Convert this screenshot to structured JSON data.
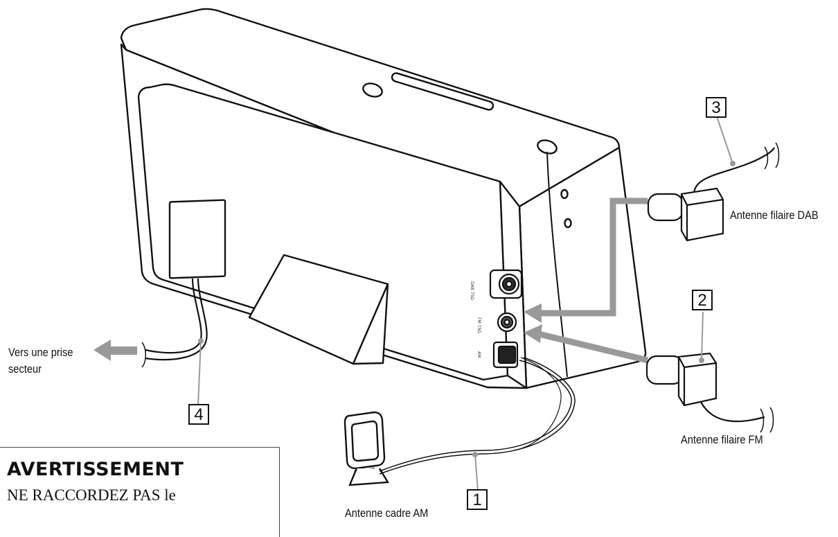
{
  "labels": {
    "dab": "Antenne filaire DAB",
    "fm": "Antenne filaire FM",
    "am": "Antenne cadre AM",
    "mains_line1": "Vers une prise",
    "mains_line2": "secteur"
  },
  "callouts": [
    "1",
    "2",
    "3",
    "4"
  ],
  "panel": {
    "dab_jack": "DAB 75Ω",
    "fm_jack": "FM 75Ω",
    "am_jack": "AM"
  },
  "warning": {
    "title": "AVERTISSEMENT",
    "text": "NE RACCORDEZ PAS le"
  }
}
